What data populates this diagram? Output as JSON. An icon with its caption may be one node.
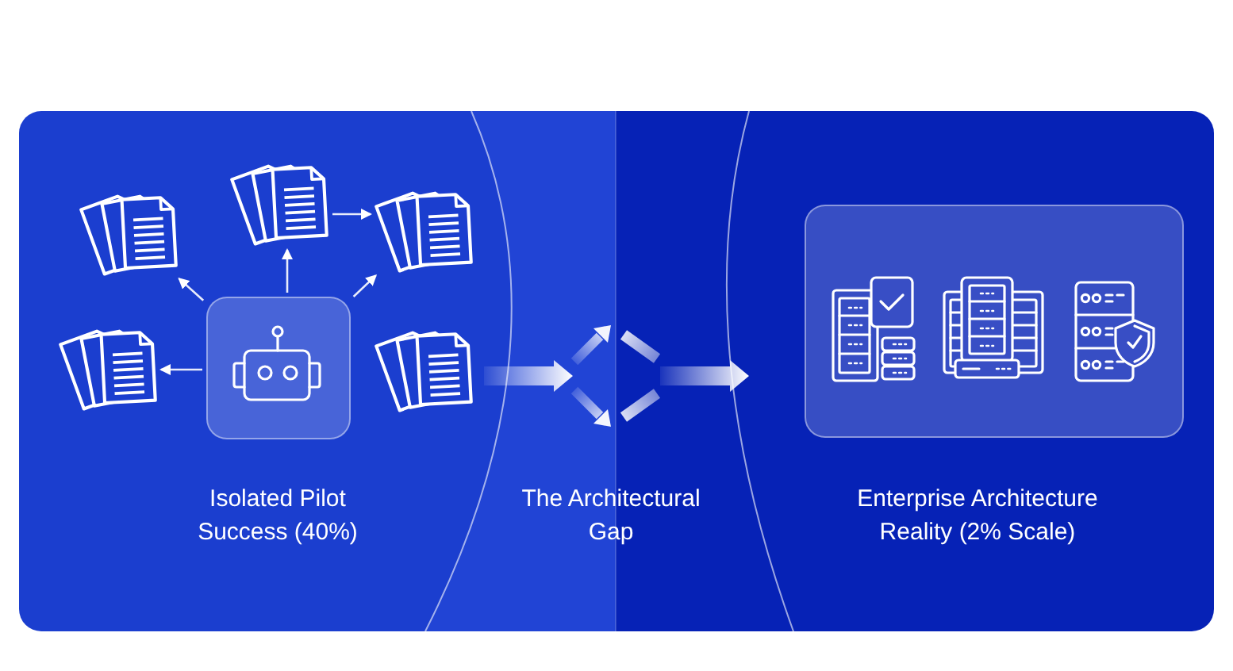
{
  "diagram": {
    "nodes": [
      {
        "text": [],
        "shape": "document"
      },
      {
        "text": [],
        "shape": "document"
      },
      {
        "text": [],
        "shape": "document"
      },
      {
        "text": [],
        "shape": "document"
      },
      {
        "text": [],
        "shape": "box"
      },
      {
        "text": [],
        "shape": "document"
      },
      {
        "text": [],
        "shape": "box"
      }
    ],
    "edges": [
      {
        "from": 4,
        "to": 0,
        "arrow": "to"
      },
      {
        "from": 4,
        "to": 1,
        "arrow": "to"
      },
      {
        "from": 4,
        "to": 2,
        "arrow": "to"
      },
      {
        "from": 4,
        "to": 3,
        "arrow": "to"
      },
      {
        "from": 1,
        "to": 2,
        "arrow": "to"
      }
    ],
    "labels": [
      "Isolated Pilot Success (40%)",
      "The Architectural Gap",
      "Enterprise Architecture Reality (2% Scale)"
    ]
  }
}
